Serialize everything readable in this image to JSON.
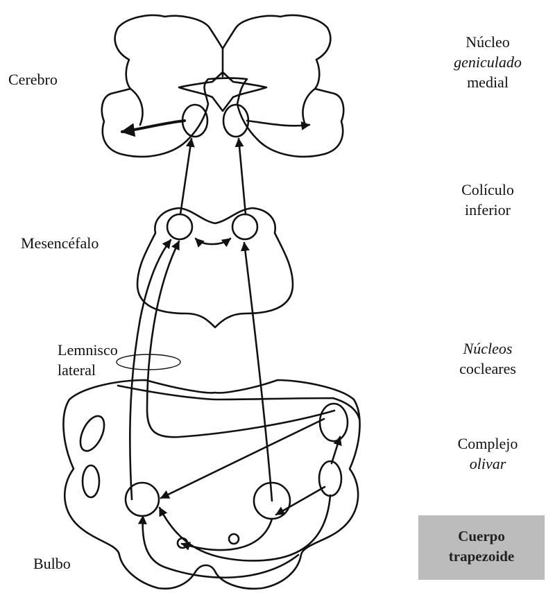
{
  "left_labels": {
    "cerebro": "Cerebro",
    "mesencefalo": "Mesencéfalo",
    "lemnisco_line1": "Lemnisco",
    "lemnisco_line2": "lateral",
    "bulbo": "Bulbo"
  },
  "right_labels": {
    "geniculado": [
      "Núcleo",
      "geniculado",
      "medial"
    ],
    "coliculo": [
      "Colículo",
      "inferior"
    ],
    "cocleares": [
      "Núcleos",
      "cocleares"
    ],
    "olivar": [
      "Complejo",
      "olivar"
    ],
    "trapezoide": [
      "Cuerpo",
      "trapezoide"
    ]
  },
  "colors": {
    "ink": "#111111",
    "label_box": "#bcbcbc"
  }
}
